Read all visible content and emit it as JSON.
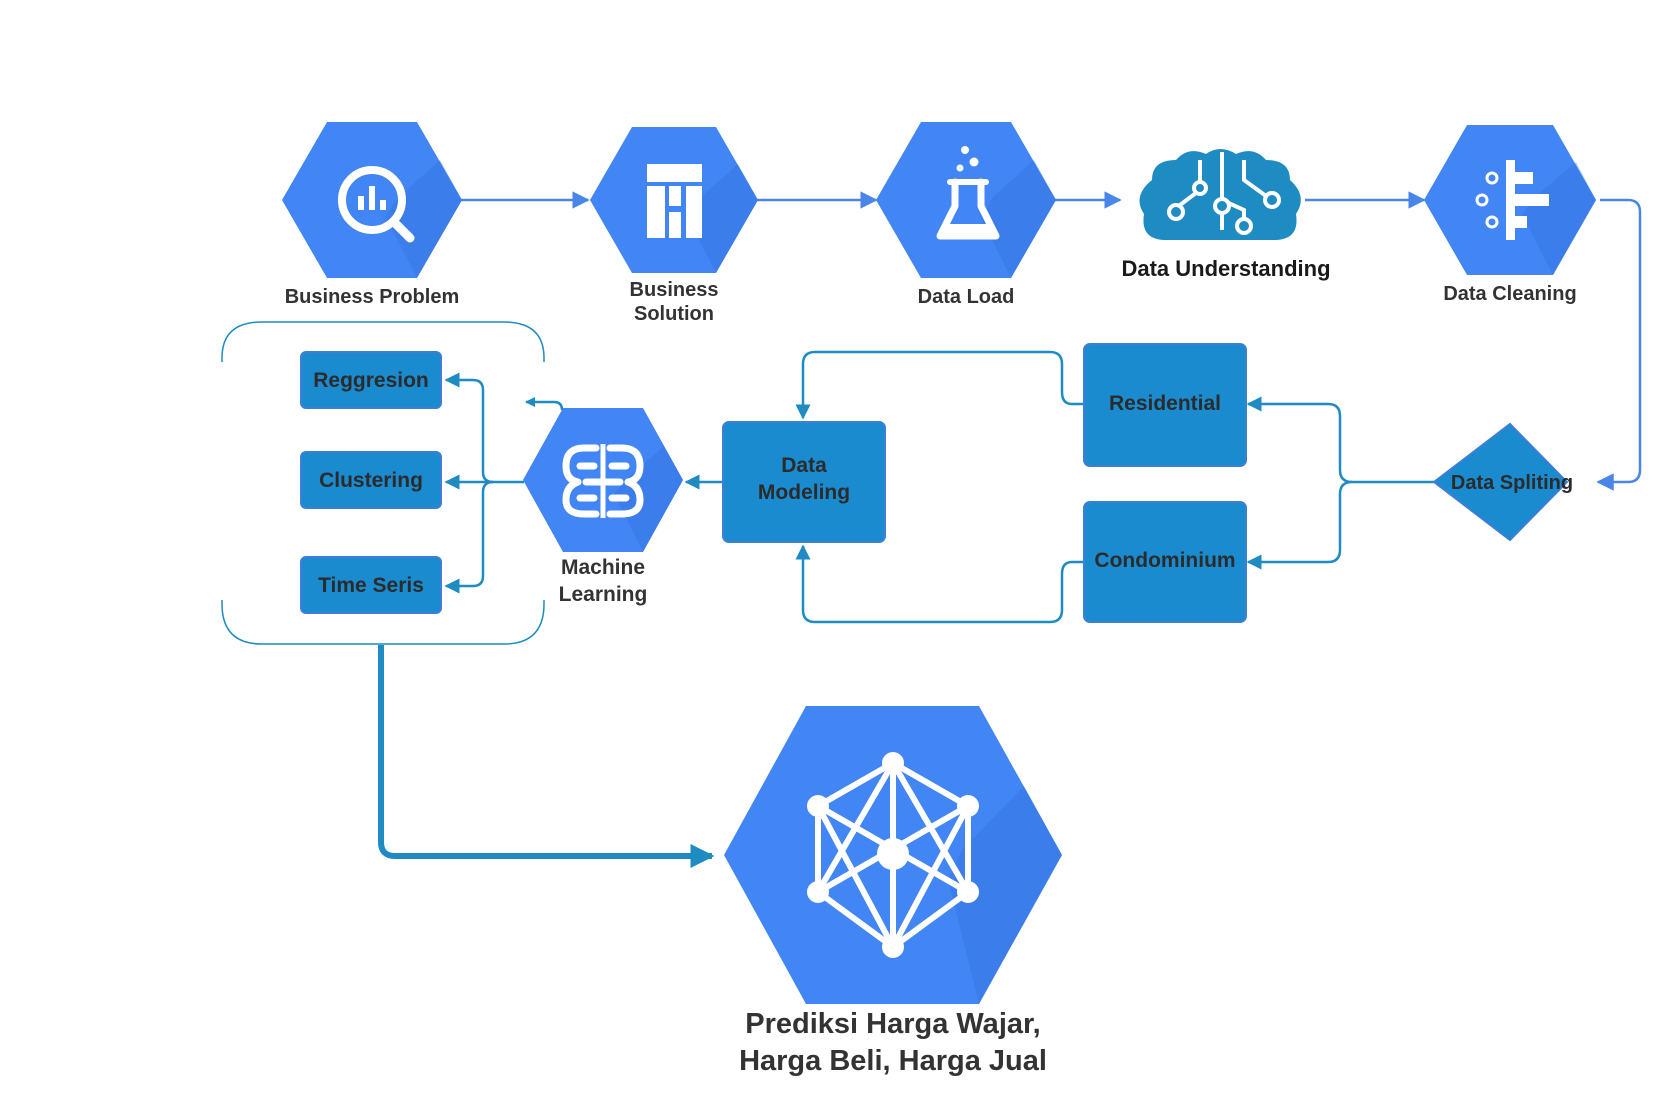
{
  "nodes": {
    "business_problem": "Business Problem",
    "business_solution": [
      "Business",
      "Solution"
    ],
    "data_load": "Data Load",
    "data_understanding": "Data Understanding",
    "data_cleaning": "Data Cleaning",
    "data_spliting": "Data Spliting",
    "residential": "Residential",
    "condominium": "Condominium",
    "data_modeling": [
      "Data",
      "Modeling"
    ],
    "machine_learning": [
      "Machine",
      "Learning"
    ],
    "regression": "Reggresion",
    "clustering": "Clustering",
    "time_series": "Time Seris",
    "output": [
      "Prediksi Harga Wajar,",
      "Harga Beli, Harga Jual"
    ]
  },
  "icons": {
    "business_problem": "magnifier-chart-icon",
    "business_solution": "solution-blocks-icon",
    "data_load": "flask-icon",
    "data_understanding": "brain-circuit-icon",
    "data_cleaning": "filter-sliders-icon",
    "machine_learning": "brain-icon",
    "output": "network-graph-icon"
  },
  "colors": {
    "hexagon": "#4285f4",
    "box": "#1a8bcf",
    "arrow": "#4a86e8"
  }
}
